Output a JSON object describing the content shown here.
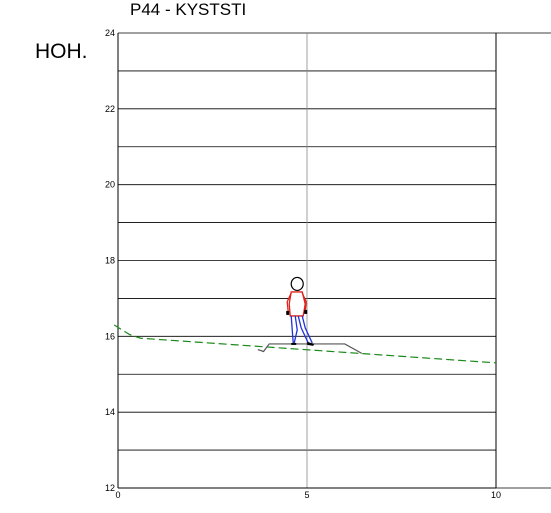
{
  "title": "P44 - KYSTSTI",
  "chart_data": {
    "type": "line",
    "title": "P44 - KYSTSTI",
    "ylabel": "HOH.",
    "xlabel": "",
    "xlim": [
      0,
      10
    ],
    "ylim": [
      12,
      24
    ],
    "x_ticks": [
      "0",
      "5",
      "10"
    ],
    "y_ticks": [
      "12",
      "14",
      "16",
      "18",
      "20",
      "22",
      "24"
    ],
    "minor_y_gridlines": [
      13,
      15,
      17,
      19,
      21,
      23
    ],
    "grid": true,
    "series": [
      {
        "color": "#1a8a1a",
        "dash": true,
        "x": [
          -0.1,
          0.3,
          0.6,
          10
        ],
        "y": [
          16.3,
          16.05,
          15.95,
          15.3
        ]
      },
      {
        "color": "#555555",
        "dash": false,
        "x": [
          3.7,
          3.85,
          4.0,
          6.0,
          6.45
        ],
        "y": [
          15.65,
          15.6,
          15.8,
          15.8,
          15.55
        ]
      }
    ],
    "annotations": [
      {
        "type": "person-figure",
        "x": 4.9,
        "y_base": 15.8
      }
    ]
  }
}
